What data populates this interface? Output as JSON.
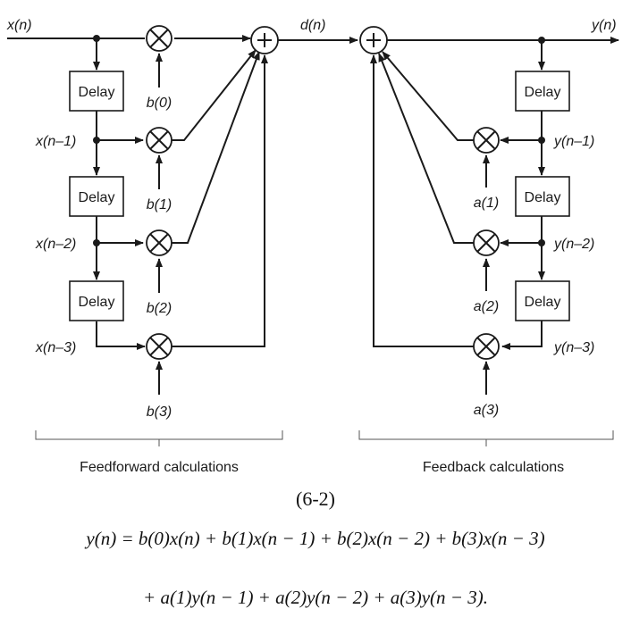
{
  "signals": {
    "x_n": "x(n)",
    "d_n": "d(n)",
    "y_n": "y(n)",
    "x_n1": "x(n–1)",
    "x_n2": "x(n–2)",
    "x_n3": "x(n–3)",
    "y_n1": "y(n–1)",
    "y_n2": "y(n–2)",
    "y_n3": "y(n–3)"
  },
  "coefficients": {
    "b0": "b(0)",
    "b1": "b(1)",
    "b2": "b(2)",
    "b3": "b(3)",
    "a1": "a(1)",
    "a2": "a(2)",
    "a3": "a(3)"
  },
  "delay_label": "Delay",
  "adder_symbol": "+",
  "multiplier_symbol": "×",
  "captions": {
    "feedforward": "Feedforward calculations",
    "feedback": "Feedback calculations"
  },
  "equation": {
    "number": "(6-2)",
    "line1": "y(n) = b(0)x(n) + b(1)x(n − 1) + b(2)x(n − 2) + b(3)x(n − 3)",
    "line2": "+ a(1)y(n − 1) + a(2)y(n − 2) + a(3)y(n − 3)."
  }
}
